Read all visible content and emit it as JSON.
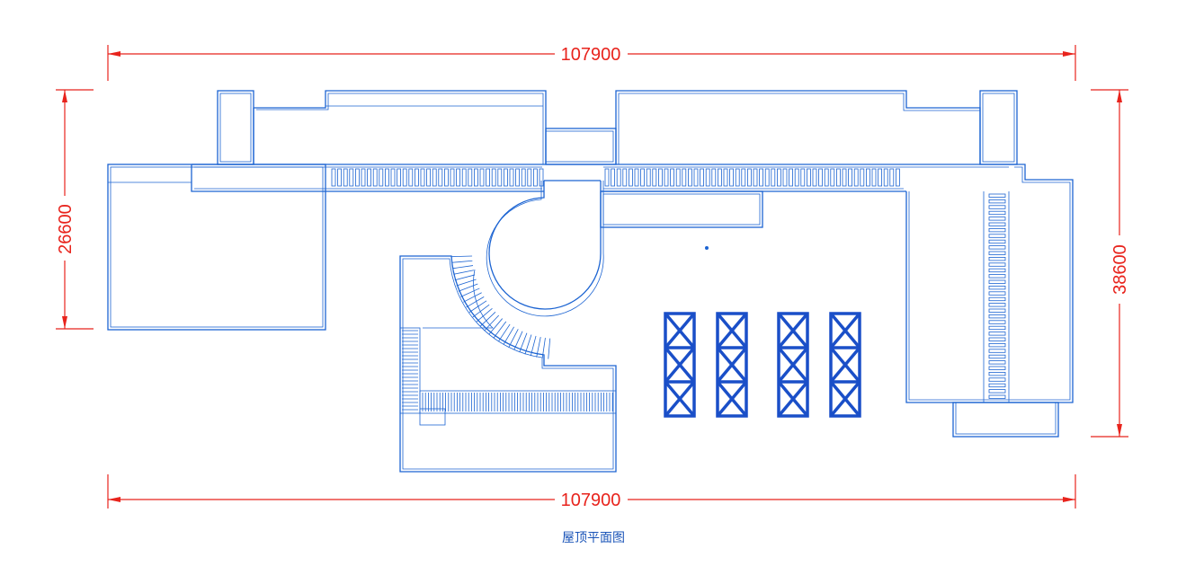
{
  "drawing": {
    "title": "屋顶平面图",
    "dimensions": {
      "top_width": "107900",
      "bottom_width": "107900",
      "left_height": "26600",
      "right_height": "38600"
    },
    "colors": {
      "dimension_lines": "#e8231c",
      "building_lines": "#1c64d2",
      "title_text": "#1a54b8",
      "background": "#ffffff"
    }
  }
}
